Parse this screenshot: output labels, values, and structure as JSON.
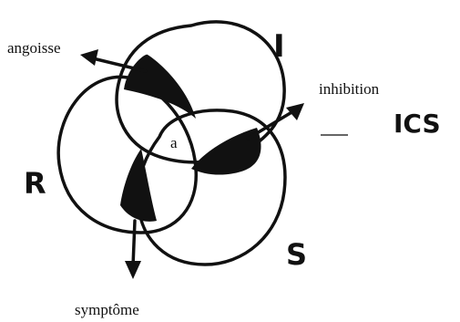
{
  "labels": {
    "angoisse": "angoisse",
    "inhibition": "inhibition",
    "symptome": "symptôme",
    "a": "a"
  },
  "registers": {
    "I": "I",
    "R": "R",
    "S": "S",
    "ICS": "ICS"
  },
  "colors": {
    "ink": "#111111",
    "background": "#ffffff"
  }
}
